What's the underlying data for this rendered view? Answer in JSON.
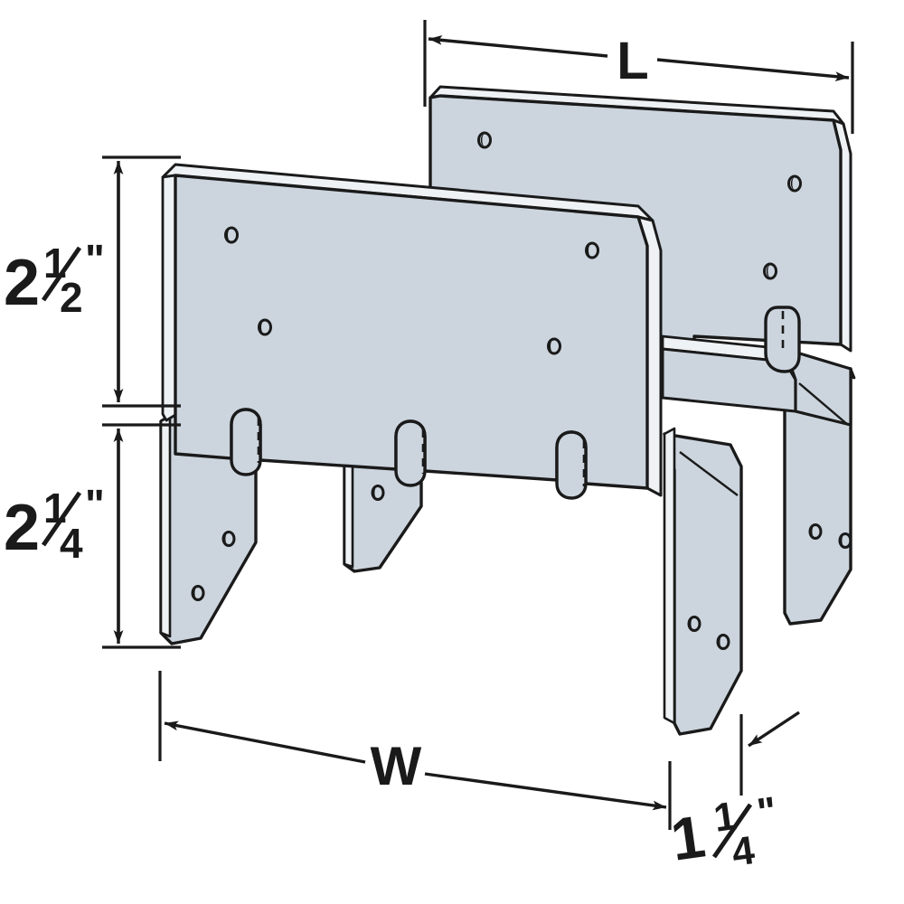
{
  "drawing": {
    "title": "Structural connector isometric dimension drawing",
    "background_color": "#ffffff",
    "metal_fill_color": "#ccd5de",
    "metal_fill_shade_color": "#c2ccd7",
    "metal_edge_color": "#e6ebf0",
    "line_color": "#1a1a1a"
  },
  "dimensions": {
    "length": {
      "label": "L",
      "name": "length-dimension",
      "orientation": "horizontal",
      "position": "top"
    },
    "width": {
      "label": "W",
      "name": "width-dimension",
      "orientation": "horizontal",
      "position": "bottom"
    },
    "upper_height": {
      "label": "2½\"",
      "value_whole": "2",
      "value_numerator": "1",
      "value_denominator": "2",
      "unit": "\"",
      "name": "upper-height-dimension",
      "orientation": "vertical",
      "position": "left-upper"
    },
    "lower_height": {
      "label": "2¼\"",
      "value_whole": "2",
      "value_numerator": "1",
      "value_denominator": "4",
      "unit": "\"",
      "name": "lower-height-dimension",
      "orientation": "vertical",
      "position": "left-lower"
    },
    "seat_width": {
      "label": "1¼\"",
      "value_whole": "1",
      "value_numerator": "1",
      "value_denominator": "4",
      "unit": "\"",
      "name": "seat-width-dimension",
      "orientation": "leader",
      "position": "bottom-right"
    }
  },
  "parts": {
    "back_plate": {
      "name": "back-side-plate",
      "nail_hole_count": 4
    },
    "front_plate": {
      "name": "front-side-plate",
      "nail_hole_count": 4
    },
    "front_flanges": {
      "name": "front-bottom-flanges",
      "count": 3
    },
    "back_flanges": {
      "name": "back-bottom-flanges",
      "count": 2
    },
    "seat": {
      "name": "seat-saddle",
      "count": 1
    },
    "hook_tab": {
      "name": "hook-tab",
      "count": 1
    },
    "slot_tabs": {
      "name": "slot-tabs",
      "count": 3
    }
  }
}
